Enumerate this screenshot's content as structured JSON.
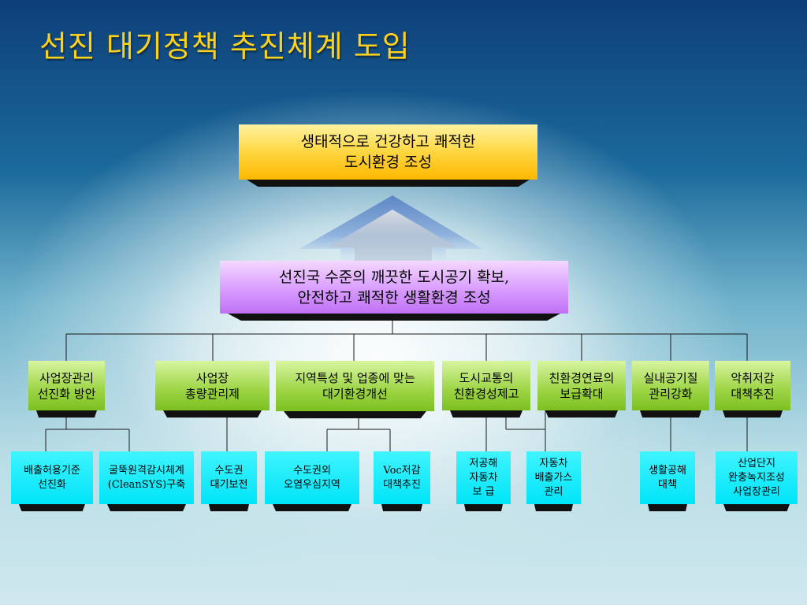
{
  "title": "선진 대기정책 추진체계 도입",
  "goal": "생태적으로 건강하고 쾌적한\n도시환경 조성",
  "vision": "선진국 수준의 깨끗한 도시공기 확보,\n안전하고 쾌적한 생활환경 조성",
  "strategies": [
    {
      "label": "사업장관리\n선진화 방안",
      "tasks": [
        "배출허용기준\n선진화",
        "굴뚝원격감시체계\n(CleanSYS)구축"
      ]
    },
    {
      "label": "사업장\n총량관리제",
      "tasks": [
        "수도권\n대기보전"
      ]
    },
    {
      "label": "지역특성 및 업종에 맞는\n대기환경개선",
      "tasks": [
        "수도권외\n오염우심지역",
        "Voc저감\n대책추진"
      ]
    },
    {
      "label": "도시교통의\n친환경성제고",
      "tasks": [
        "저공해\n자동차\n보  급"
      ]
    },
    {
      "label": "친환경연료의\n보급확대",
      "tasks": [
        "자동차\n배출가스\n관리"
      ]
    },
    {
      "label": "실내공기질\n관리강화",
      "tasks": [
        "생활공해\n대책"
      ]
    },
    {
      "label": "악취저감\n대책추진",
      "tasks": [
        "산업단지\n완충녹지조성\n사업장관리"
      ]
    }
  ],
  "colors": {
    "title": "#ffd21a",
    "goal": "#ffd640",
    "vision": "#d89cff",
    "strategy": "#9cd444",
    "task": "#00e4f8"
  }
}
